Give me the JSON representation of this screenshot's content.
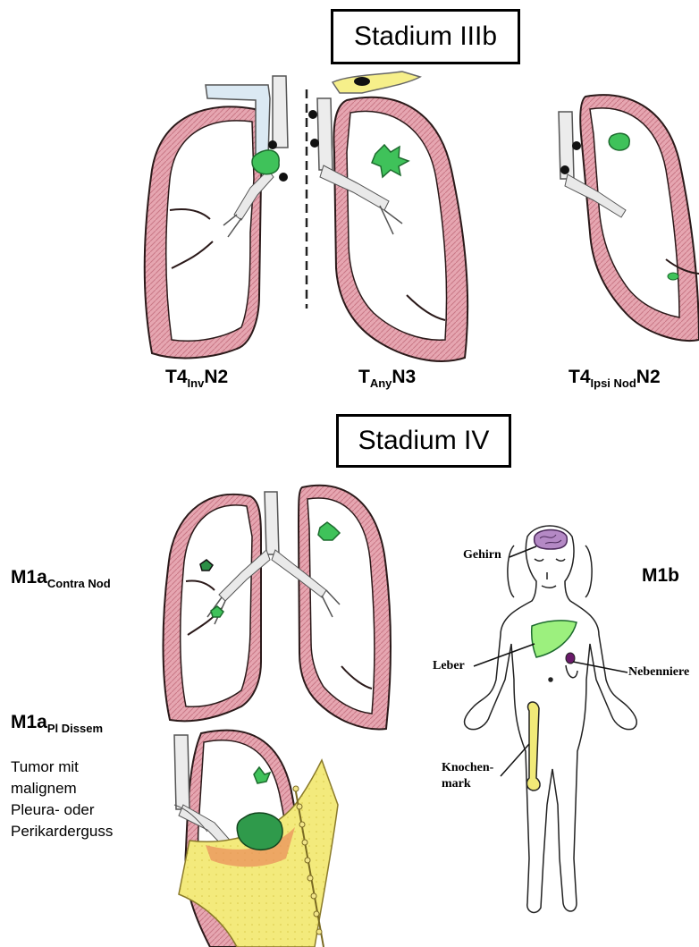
{
  "header_top": {
    "title": "Stadium IIIb"
  },
  "header_bottom": {
    "title": "Stadium IV"
  },
  "labels_iiib": [
    {
      "main": "T4",
      "sub": "Inv",
      "suffix": "N2"
    },
    {
      "main": "T",
      "sub": "Any",
      "suffix": "N3"
    },
    {
      "main": "T4",
      "sub": "Ipsi Nod",
      "suffix": "N2"
    }
  ],
  "labels_iv": {
    "m1a_contra": {
      "main": "M1a",
      "sub": "Contra Nod"
    },
    "m1a_pl": {
      "main": "M1a",
      "sub": "Pl Dissem"
    },
    "m1b": {
      "main": "M1b"
    },
    "m1a_pl_desc": [
      "Tumor mit",
      "malignem",
      "Pleura- oder",
      "Perikarderguss"
    ]
  },
  "body_labels": {
    "brain": "Gehirn",
    "liver": "Leber",
    "adrenal": "Nebenniere",
    "marrow_1": "Knochen-",
    "marrow_2": "mark"
  },
  "colors": {
    "lung_outline": "#2b1a1a",
    "pleura": "#e3a2ad",
    "tumor": "#3fc25a",
    "bone": "#f1ea78",
    "effusion": "#f4ec7a",
    "brain": "#b489c5"
  }
}
